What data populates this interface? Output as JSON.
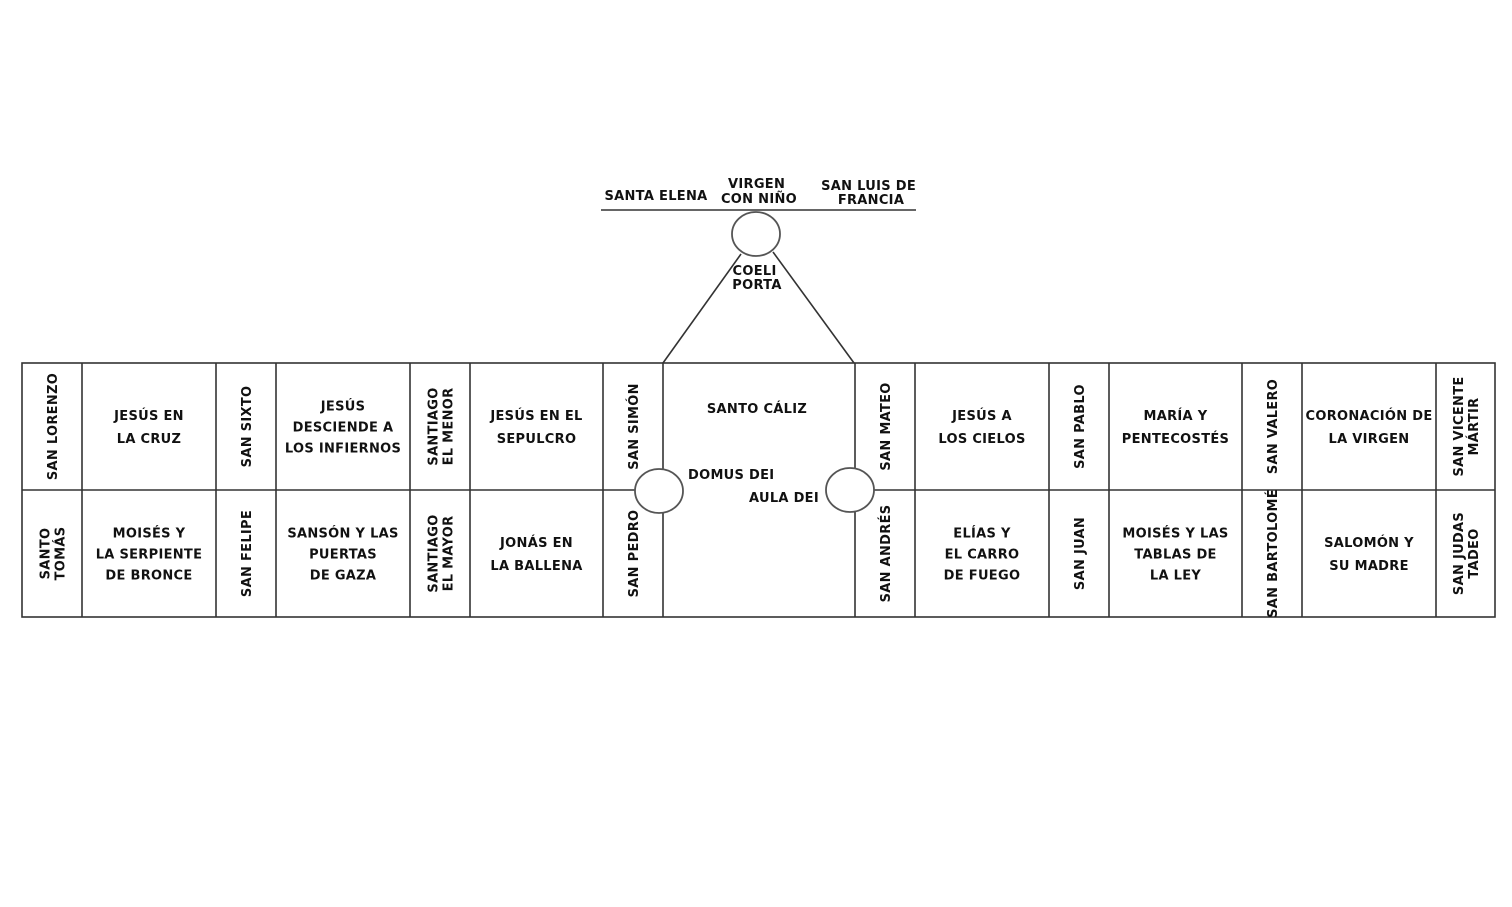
{
  "top_figures": {
    "left": "SANTA ELENA",
    "center": [
      "VIRGEN",
      "CON NIÑO"
    ],
    "right": [
      "SAN LUIS DE",
      "FRANCIA"
    ]
  },
  "pediment": {
    "label": [
      "COELI",
      "PORTA"
    ]
  },
  "center_panel": {
    "top": "SANTO CÁLIZ",
    "left_door": "DOMUS DEI",
    "right_door": "AULA DEI"
  },
  "upper_row": [
    {
      "text": [
        "SAN LORENZO"
      ],
      "vertical": true
    },
    {
      "text": [
        "JESÚS EN",
        "LA CRUZ"
      ],
      "vertical": false
    },
    {
      "text": [
        "SAN SIXTO"
      ],
      "vertical": true
    },
    {
      "text": [
        "JESÚS",
        "DESCIENDE A",
        "LOS INFIERNOS"
      ],
      "vertical": false
    },
    {
      "text": [
        "SANTIAGO",
        "EL MENOR"
      ],
      "vertical": true
    },
    {
      "text": [
        "JESÚS EN EL",
        "SEPULCRO"
      ],
      "vertical": false
    },
    {
      "text": [
        "SAN SIMÓN"
      ],
      "vertical": true
    },
    {
      "text": [
        "SAN MATEO"
      ],
      "vertical": true
    },
    {
      "text": [
        "JESÚS A",
        "LOS CIELOS"
      ],
      "vertical": false
    },
    {
      "text": [
        "SAN PABLO"
      ],
      "vertical": true
    },
    {
      "text": [
        "MARÍA Y",
        "PENTECOSTÉS"
      ],
      "vertical": false
    },
    {
      "text": [
        "SAN VALERO"
      ],
      "vertical": true
    },
    {
      "text": [
        "CORONACIÓN DE",
        "LA VIRGEN"
      ],
      "vertical": false
    },
    {
      "text": [
        "SAN VICENTE",
        "MÁRTIR"
      ],
      "vertical": true
    }
  ],
  "lower_row": [
    {
      "text": [
        "SANTO",
        "TOMÁS"
      ],
      "vertical": true
    },
    {
      "text": [
        "MOISÉS Y",
        "LA SERPIENTE",
        "DE BRONCE"
      ],
      "vertical": false
    },
    {
      "text": [
        "SAN FELIPE"
      ],
      "vertical": true
    },
    {
      "text": [
        "SANSÓN Y LAS",
        "PUERTAS",
        "DE GAZA"
      ],
      "vertical": false
    },
    {
      "text": [
        "SANTIAGO",
        "EL MAYOR"
      ],
      "vertical": true
    },
    {
      "text": [
        "JONÁS EN",
        "LA BALLENA"
      ],
      "vertical": false
    },
    {
      "text": [
        "SAN PEDRO"
      ],
      "vertical": true
    },
    {
      "text": [
        "SAN ANDRÉS"
      ],
      "vertical": true
    },
    {
      "text": [
        "ELÍAS Y",
        "EL CARRO",
        "DE FUEGO"
      ],
      "vertical": false
    },
    {
      "text": [
        "SAN JUAN"
      ],
      "vertical": true
    },
    {
      "text": [
        "MOISÉS Y LAS",
        "TABLAS DE",
        "LA LEY"
      ],
      "vertical": false
    },
    {
      "text": [
        "SAN BARTOLOMÉ"
      ],
      "vertical": true
    },
    {
      "text": [
        "SALOMÓN Y",
        "SU MADRE"
      ],
      "vertical": false
    },
    {
      "text": [
        "SAN JUDAS",
        "TADEO"
      ],
      "vertical": true
    }
  ]
}
